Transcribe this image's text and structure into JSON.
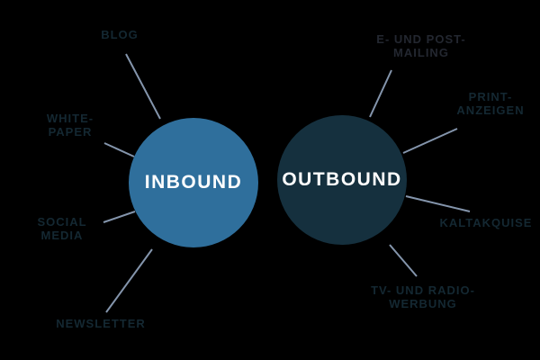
{
  "diagram_type": "inbound-vs-outbound-marketing-mindmap",
  "colors": {
    "background": "#000000",
    "inbound-fill": "#2f6f9c",
    "outbound-fill": "#15303e",
    "circle-text": "#ffffff",
    "line-color": "#8495ac",
    "label-color": "#142832",
    "highlight-label-color": "#232730"
  },
  "inbound": {
    "label": "INBOUND",
    "channels": [
      {
        "name": "blog",
        "label": "BLOG"
      },
      {
        "name": "whitepaper",
        "label": "WHITE-\nPAPER"
      },
      {
        "name": "social-media",
        "label": "SOCIAL\nMEDIA"
      },
      {
        "name": "newsletter",
        "label": "NEWSLETTER"
      }
    ]
  },
  "outbound": {
    "label": "OUTBOUND",
    "channels": [
      {
        "name": "e-und-post-mailing",
        "label": "E- UND POST-\nMAILING"
      },
      {
        "name": "print-anzeigen",
        "label": "PRINT-\nANZEIGEN"
      },
      {
        "name": "kaltakquise",
        "label": "KALTAKQUISE"
      },
      {
        "name": "tv-und-radio-werbung",
        "label": "TV- UND RADIO-\nWERBUNG"
      }
    ]
  }
}
